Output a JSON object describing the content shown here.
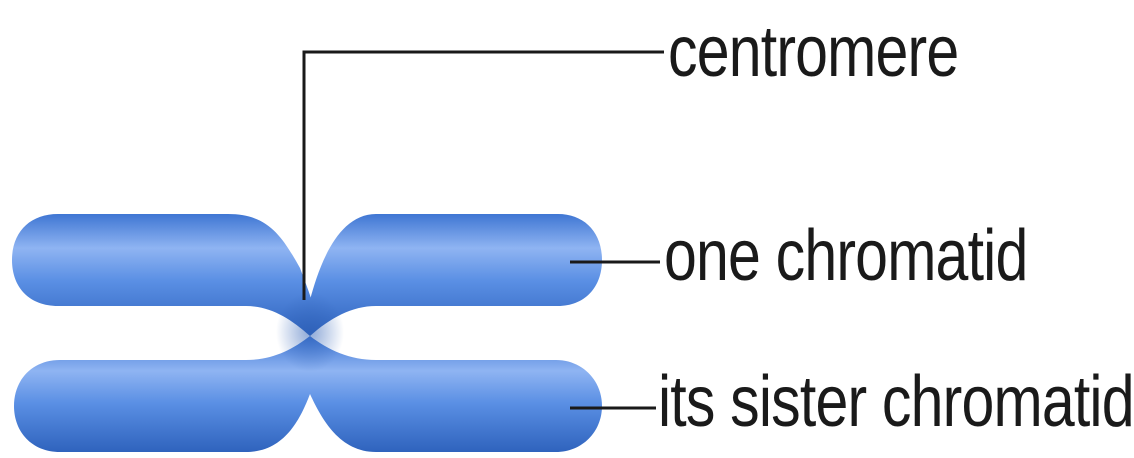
{
  "labels": {
    "centromere": "centromere",
    "one_chromatid": "one chromatid",
    "sister_chromatid": "its sister chromatid"
  },
  "colors": {
    "chromatid_fill": "#4f86e0",
    "chromatid_highlight": "#8fb4f2",
    "chromatid_edge": "#2d5fb5",
    "leader_line": "#1a1a1a",
    "text": "#1a1a1a",
    "background": "#ffffff"
  }
}
